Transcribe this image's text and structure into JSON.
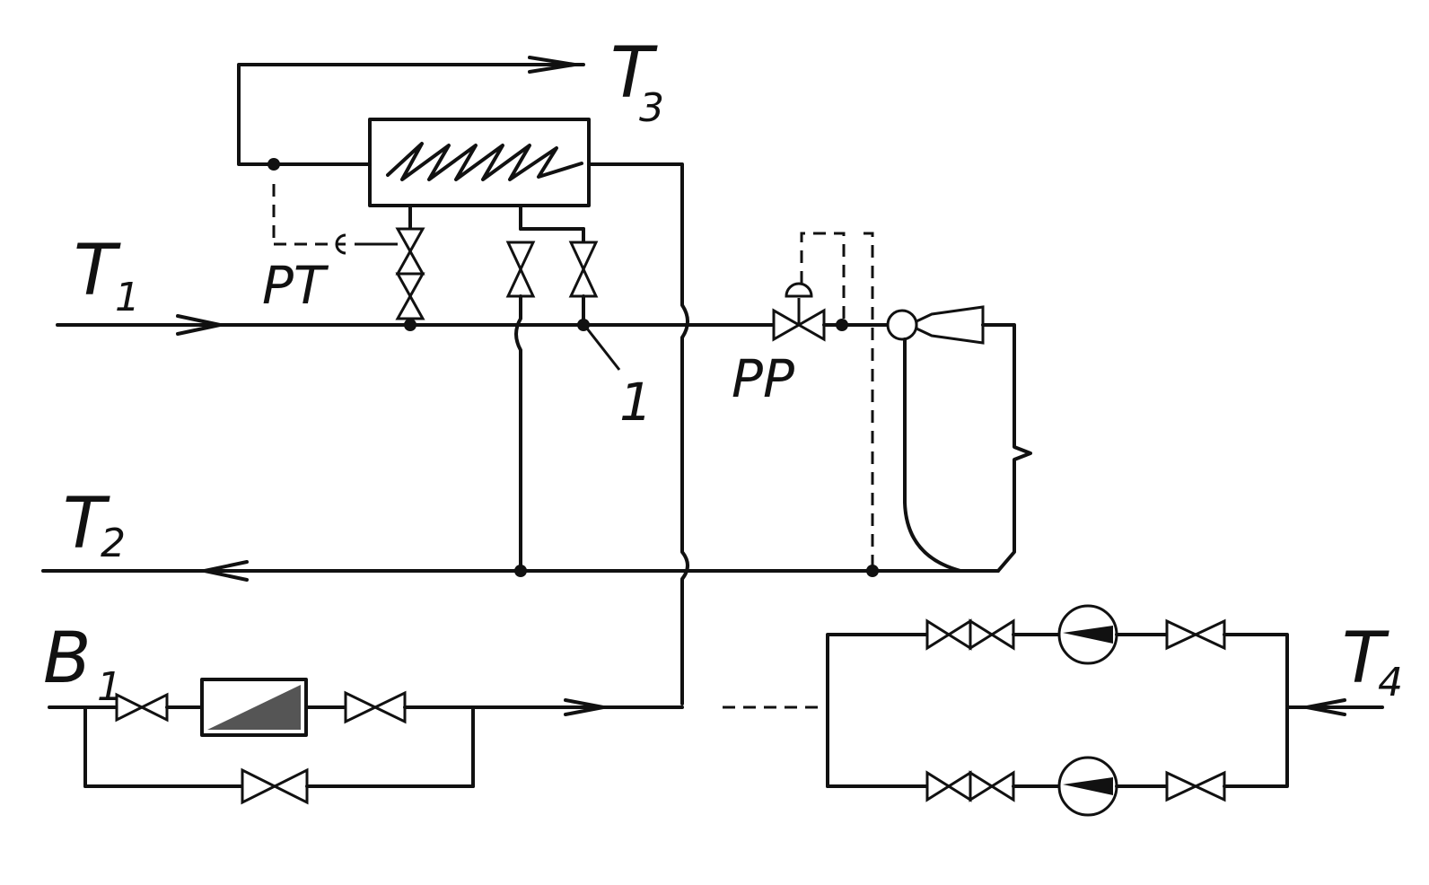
{
  "labels": {
    "t1": {
      "main": "T",
      "sub": "1"
    },
    "t2": {
      "main": "T",
      "sub": "2"
    },
    "t3": {
      "main": "T",
      "sub": "3"
    },
    "t4": {
      "main": "T",
      "sub": "4"
    },
    "b1": {
      "main": "B",
      "sub": "1"
    },
    "rt": "PT",
    "rr": "PP",
    "callout_1": "1"
  },
  "colors": {
    "ink": "#111111",
    "paper": "#ffffff"
  }
}
